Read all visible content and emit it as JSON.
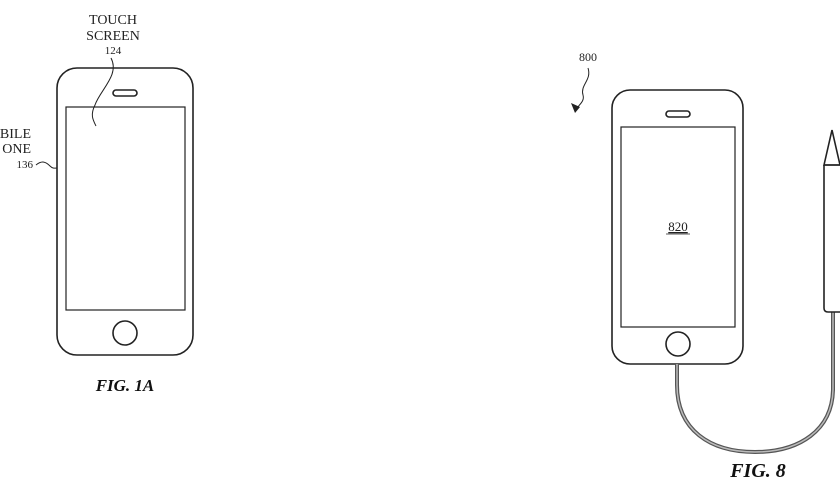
{
  "figure_1a": {
    "caption": "FIG. 1A",
    "touch_screen_label_line1": "TOUCH",
    "touch_screen_label_line2": "SCREEN",
    "touch_screen_ref": "124",
    "mobile_phone_label_line1": "BILE",
    "mobile_phone_label_line2": "ONE",
    "mobile_phone_ref": "136"
  },
  "figure_8": {
    "caption": "FIG. 8",
    "system_ref": "800",
    "screen_ref": "820"
  }
}
